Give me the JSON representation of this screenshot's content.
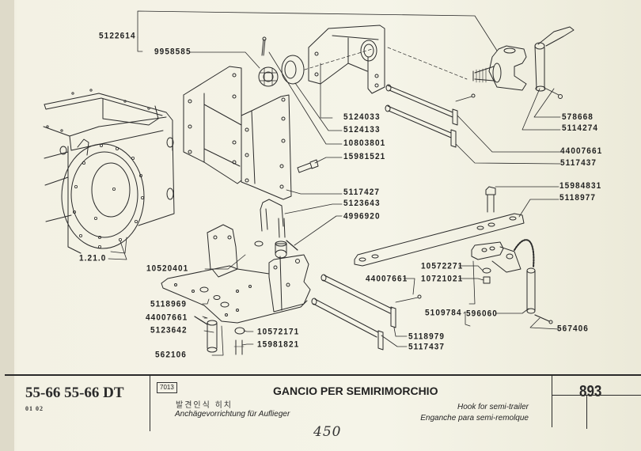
{
  "document": {
    "type": "exploded parts diagram",
    "model": "55-66  55-66 DT",
    "model_sub": "01  02",
    "group_code": "7013",
    "title_it": "GANCIO PER SEMIRIMORCHIO",
    "title_ko": "발견인식 히치",
    "title_de": "Anchägevorrichtung für Auflieger",
    "title_en": "Hook for semi-trailer",
    "title_es": "Enganche para semi-remolque",
    "page_number": "893",
    "handwritten_note": "450"
  },
  "part_labels": [
    {
      "id": "5122614",
      "text": "5122614"
    },
    {
      "id": "9958585",
      "text": "9958585"
    },
    {
      "id": "5124033",
      "text": "5124033"
    },
    {
      "id": "5124133",
      "text": "5124133"
    },
    {
      "id": "10803801",
      "text": "10803801"
    },
    {
      "id": "15981521",
      "text": "15981521"
    },
    {
      "id": "5117427",
      "text": "5117427"
    },
    {
      "id": "5123643",
      "text": "5123643"
    },
    {
      "id": "4996920",
      "text": "4996920"
    },
    {
      "id": "578668",
      "text": "578668"
    },
    {
      "id": "5114274",
      "text": "5114274"
    },
    {
      "id": "44007661a",
      "text": "44007661"
    },
    {
      "id": "5117437a",
      "text": "5117437"
    },
    {
      "id": "15984831",
      "text": "15984831"
    },
    {
      "id": "5118977",
      "text": "5118977"
    },
    {
      "id": "1210",
      "text": "1.21.0"
    },
    {
      "id": "10520401",
      "text": "10520401"
    },
    {
      "id": "10572271",
      "text": "10572271"
    },
    {
      "id": "10721021",
      "text": "10721021"
    },
    {
      "id": "44007661b",
      "text": "44007661"
    },
    {
      "id": "5109784",
      "text": "5109784"
    },
    {
      "id": "596060",
      "text": "596060"
    },
    {
      "id": "567406",
      "text": "567406"
    },
    {
      "id": "5118969",
      "text": "5118969"
    },
    {
      "id": "44007661c",
      "text": "44007661"
    },
    {
      "id": "5123642",
      "text": "5123642"
    },
    {
      "id": "10572171",
      "text": "10572171"
    },
    {
      "id": "15981821",
      "text": "15981821"
    },
    {
      "id": "562106",
      "text": "562106"
    },
    {
      "id": "5118979",
      "text": "5118979"
    },
    {
      "id": "5117437b",
      "text": "5117437"
    }
  ]
}
